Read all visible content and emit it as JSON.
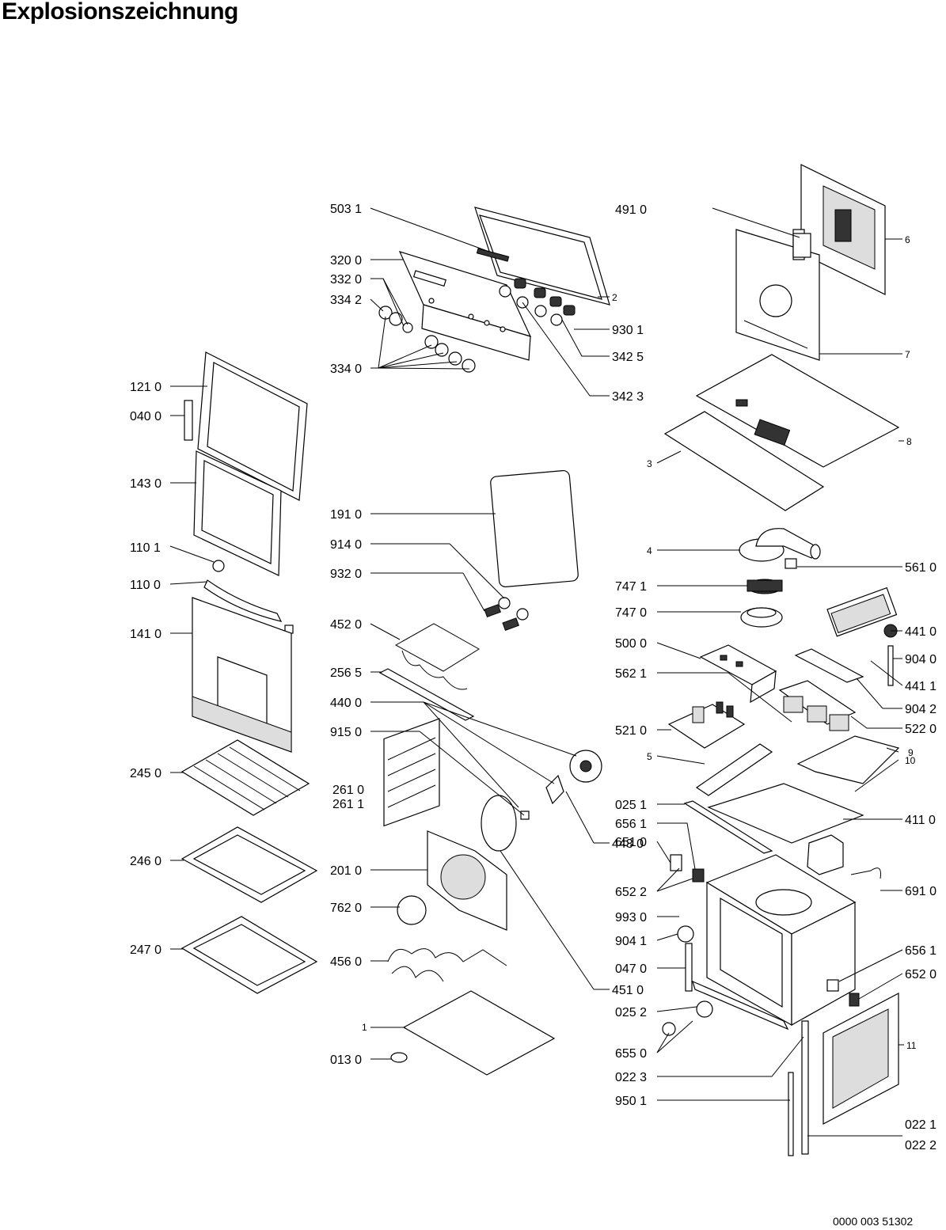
{
  "title": "Explosionszeichnung",
  "reference_number": "0000 003 51302",
  "parts": [
    {
      "id": "p5031",
      "label": "503 1"
    },
    {
      "id": "p3200",
      "label": "320 0"
    },
    {
      "id": "p3320",
      "label": "332 0"
    },
    {
      "id": "p3342",
      "label": "334 2"
    },
    {
      "id": "p3340",
      "label": "334 0"
    },
    {
      "id": "p4910",
      "label": "491 0"
    },
    {
      "id": "p9301",
      "label": "930 1"
    },
    {
      "id": "p3425",
      "label": "342 5"
    },
    {
      "id": "p3423",
      "label": "342 3"
    },
    {
      "id": "p1210",
      "label": "121 0"
    },
    {
      "id": "p0400",
      "label": "040 0"
    },
    {
      "id": "p1430",
      "label": "143 0"
    },
    {
      "id": "p1101",
      "label": "110 1"
    },
    {
      "id": "p1100",
      "label": "110 0"
    },
    {
      "id": "p1410",
      "label": "141 0"
    },
    {
      "id": "p2450",
      "label": "245 0"
    },
    {
      "id": "p2460",
      "label": "246 0"
    },
    {
      "id": "p2470",
      "label": "247 0"
    },
    {
      "id": "p1910",
      "label": "191 0"
    },
    {
      "id": "p9140",
      "label": "914 0"
    },
    {
      "id": "p9320",
      "label": "932 0"
    },
    {
      "id": "p4520",
      "label": "452 0"
    },
    {
      "id": "p2565",
      "label": "256 5"
    },
    {
      "id": "p4400",
      "label": "440 0"
    },
    {
      "id": "p9150",
      "label": "915 0"
    },
    {
      "id": "p2610",
      "label": "261 0"
    },
    {
      "id": "p2611",
      "label": "261 1"
    },
    {
      "id": "p2010",
      "label": "201 0"
    },
    {
      "id": "p7620",
      "label": "762 0"
    },
    {
      "id": "p4560",
      "label": "456 0"
    },
    {
      "id": "p1",
      "label": "1"
    },
    {
      "id": "p0130",
      "label": "013 0"
    },
    {
      "id": "p4430",
      "label": "443 0"
    },
    {
      "id": "p4510",
      "label": "451 0"
    },
    {
      "id": "p2",
      "label": "2"
    },
    {
      "id": "p6",
      "label": "6"
    },
    {
      "id": "p7",
      "label": "7"
    },
    {
      "id": "p8",
      "label": "8"
    },
    {
      "id": "p3",
      "label": "3"
    },
    {
      "id": "p4",
      "label": "4"
    },
    {
      "id": "p5610",
      "label": "561 0"
    },
    {
      "id": "p7471",
      "label": "747 1"
    },
    {
      "id": "p7470",
      "label": "747 0"
    },
    {
      "id": "p4410",
      "label": "441 0"
    },
    {
      "id": "p5000",
      "label": "500 0"
    },
    {
      "id": "p9040",
      "label": "904 0"
    },
    {
      "id": "p5621",
      "label": "562 1"
    },
    {
      "id": "p4411",
      "label": "441 1"
    },
    {
      "id": "p9042",
      "label": "904 2"
    },
    {
      "id": "p5220",
      "label": "522 0"
    },
    {
      "id": "p5210",
      "label": "521 0"
    },
    {
      "id": "p9",
      "label": "9"
    },
    {
      "id": "p5",
      "label": "5"
    },
    {
      "id": "p10",
      "label": "10"
    },
    {
      "id": "p0251",
      "label": "025 1"
    },
    {
      "id": "p4110",
      "label": "411 0"
    },
    {
      "id": "p6561a",
      "label": "656 1"
    },
    {
      "id": "p6510",
      "label": "651 0"
    },
    {
      "id": "p6522",
      "label": "652 2"
    },
    {
      "id": "p6910",
      "label": "691 0"
    },
    {
      "id": "p9930",
      "label": "993 0"
    },
    {
      "id": "p9041",
      "label": "904 1"
    },
    {
      "id": "p6561b",
      "label": "656 1"
    },
    {
      "id": "p0470",
      "label": "047 0"
    },
    {
      "id": "p6520",
      "label": "652 0"
    },
    {
      "id": "p0252",
      "label": "025 2"
    },
    {
      "id": "p6550",
      "label": "655 0"
    },
    {
      "id": "p11",
      "label": "11"
    },
    {
      "id": "p0223",
      "label": "022 3"
    },
    {
      "id": "p9501",
      "label": "950 1"
    },
    {
      "id": "p0221",
      "label": "022 1"
    },
    {
      "id": "p0222",
      "label": "022 2"
    }
  ]
}
